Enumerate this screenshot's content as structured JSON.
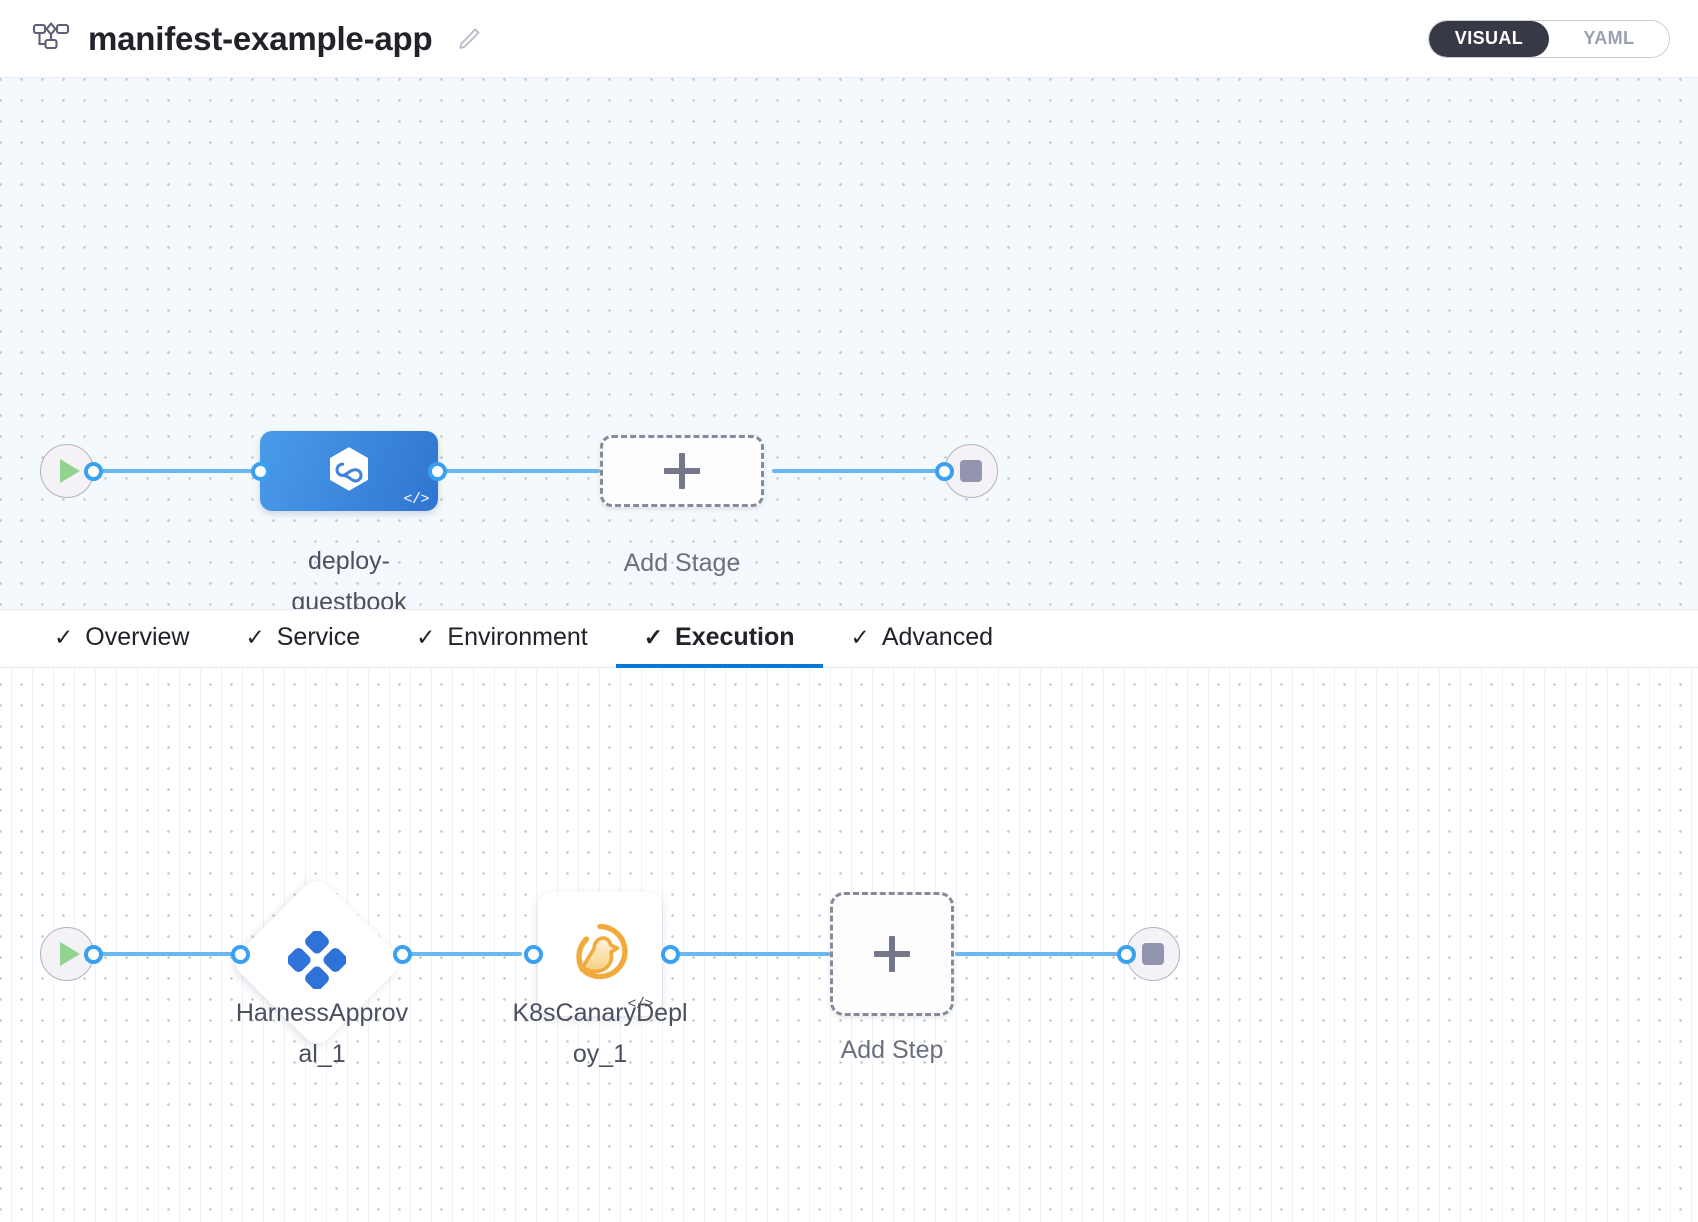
{
  "header": {
    "pipeline_icon": "pipeline-flow-icon",
    "title": "manifest-example-app",
    "edit_icon": "pencil-edit-icon",
    "mode_toggle": {
      "options": [
        {
          "label": "VISUAL",
          "active": true
        },
        {
          "label": "YAML",
          "active": false
        }
      ],
      "active_label": "VISUAL",
      "inactive_label": "YAML",
      "active_bg": "#383946",
      "active_fg": "#ffffff",
      "inactive_fg": "#9aa0ad"
    }
  },
  "stage_canvas": {
    "background": "#f3f9fc",
    "start_node": {
      "name": "pipeline-start-node",
      "icon": "play-icon",
      "icon_color": "#92d48f"
    },
    "end_node": {
      "name": "pipeline-end-node",
      "icon": "stop-icon",
      "icon_color": "#9295ad"
    },
    "stages": [
      {
        "name": "deploy-guestbook",
        "label": "deploy-\nguestbook",
        "icon": "harness-cd-infinity-hexagon-icon",
        "badge": "</>",
        "color_start": "#4a9bea",
        "color_end": "#3075d1"
      }
    ],
    "add_stage": {
      "label": "Add Stage",
      "icon": "plus-icon"
    }
  },
  "tabs": {
    "items": [
      {
        "label": "Overview",
        "check": "✓",
        "active": false
      },
      {
        "label": "Service",
        "check": "✓",
        "active": false
      },
      {
        "label": "Environment",
        "check": "✓",
        "active": false
      },
      {
        "label": "Execution",
        "check": "✓",
        "active": true
      },
      {
        "label": "Advanced",
        "check": "✓",
        "active": false
      }
    ],
    "active_label": "Execution",
    "active_underline_color": "#0278d5"
  },
  "execution_canvas": {
    "background": "#ffffff",
    "start_node": {
      "name": "execution-start-node",
      "icon": "play-icon",
      "icon_color": "#92d48f"
    },
    "end_node": {
      "name": "execution-end-node",
      "icon": "stop-icon",
      "icon_color": "#9295ad"
    },
    "steps": [
      {
        "name": "HarnessApproval_1",
        "label": "HarnessApprov\nal_1",
        "shape": "diamond",
        "icon": "harness-approval-icon",
        "icon_color": "#2f73d8",
        "badge": ""
      },
      {
        "name": "K8sCanaryDeploy_1",
        "label": "K8sCanaryDepl\noy_1",
        "shape": "square",
        "icon": "canary-bird-icon",
        "icon_color": "#f0ab3c",
        "badge": "</>"
      }
    ],
    "add_step": {
      "label": "Add Step",
      "icon": "plus-icon"
    }
  },
  "colors": {
    "edge": "#6bb8f0",
    "port_stroke": "#3aa0f0",
    "accent_blue": "#0278d5",
    "text_primary": "#22222a",
    "text_node": "#4b4f60"
  }
}
